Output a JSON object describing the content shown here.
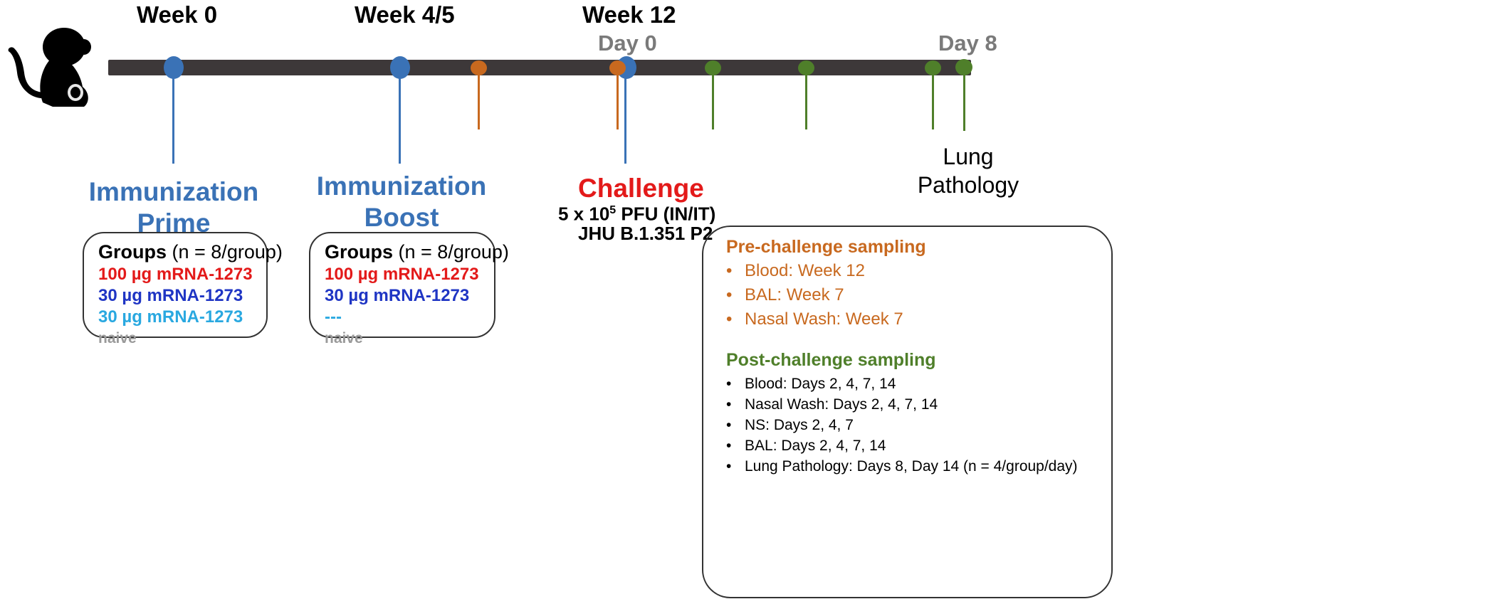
{
  "timeline": {
    "week_labels": [
      "Week 0",
      "Week 4/5",
      "Week 12"
    ],
    "day_labels": [
      "Day 0",
      "Day 8"
    ]
  },
  "colors": {
    "immunization": "#3a72b6",
    "pre_challenge": "#c8691f",
    "post_challenge": "#4f7f2a",
    "challenge": "#e31a1a",
    "timeline_bar": "#3d3839"
  },
  "prime": {
    "title_line1": "Immunization",
    "title_line2": "Prime",
    "groups_label": "Groups",
    "groups_note": " (n = 8/group)",
    "groups": [
      {
        "text": "100 µg mRNA-1273",
        "color": "#e31a1a"
      },
      {
        "text": "30 µg mRNA-1273",
        "color": "#1f35c4"
      },
      {
        "text": "30 µg mRNA-1273",
        "color": "#29a8e0"
      },
      {
        "text": "naive",
        "color": "#9a9a9a"
      }
    ]
  },
  "boost": {
    "title_line1": "Immunization",
    "title_line2": "Boost",
    "groups_label": "Groups",
    "groups_note": " (n = 8/group)",
    "groups": [
      {
        "text": "100 µg mRNA-1273",
        "color": "#e31a1a"
      },
      {
        "text": "30 µg mRNA-1273",
        "color": "#1f35c4"
      },
      {
        "text": "---",
        "color": "#29a8e0"
      },
      {
        "text": "naive",
        "color": "#9a9a9a"
      }
    ]
  },
  "challenge": {
    "title": "Challenge",
    "dose_prefix": "5 x 10",
    "dose_exp": "5",
    "dose_suffix": " PFU (IN/IT)",
    "strain": "JHU B.1.351 P2"
  },
  "lung_label": {
    "line1": "Lung",
    "line2": "Pathology"
  },
  "sampling": {
    "pre_title": "Pre-challenge sampling",
    "pre_items": [
      "Blood: Week 12",
      "BAL: Week 7",
      "Nasal Wash: Week 7"
    ],
    "post_title": "Post-challenge sampling",
    "post_items": [
      "Blood: Days 2, 4, 7, 14",
      "Nasal Wash: Days 2, 4, 7, 14",
      "NS: Days  2, 4, 7",
      "BAL: Days 2, 4, 7, 14",
      "Lung Pathology: Days 8, Day 14 (n = 4/group/day)"
    ]
  }
}
